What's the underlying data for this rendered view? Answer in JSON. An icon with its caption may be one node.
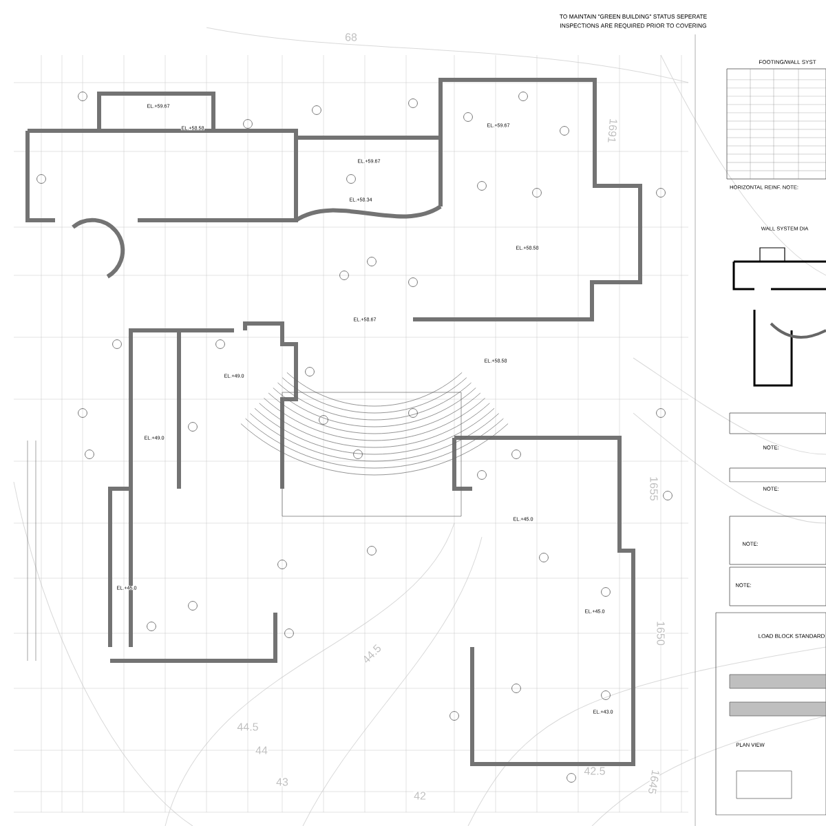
{
  "diagram": {
    "labels": [
      "TO MAINTAIN \"GREEN BUILDING\" STATUS SEPERATE",
      "INSPECTIONS ARE REQUIRED PRIOR TO COVERING",
      "FOOTING/WALL SYST",
      "HORIZONTAL REINF. NOTE:",
      "WALL SYSTEM DIA",
      "EL.+59.67",
      "EL.+58.58",
      "EL.+59.67",
      "EL.+59.67",
      "EL.+58.34",
      "EL.+58.58",
      "EL.+58.67",
      "EL.+58.58",
      "EL.+49.0",
      "EL.+49.0",
      "EL.+45.0",
      "EL.+45.0",
      "EL.+45.0",
      "EL.+43.0",
      "44.5",
      "44.5",
      "44",
      "43",
      "42",
      "42.5",
      "1655",
      "1650",
      "1645",
      "1691",
      "68",
      "NOTE:",
      "NOTE:",
      "NOTE:",
      "NOTE:",
      "LOAD BLOCK STANDARD",
      "PLAN VIEW"
    ]
  }
}
